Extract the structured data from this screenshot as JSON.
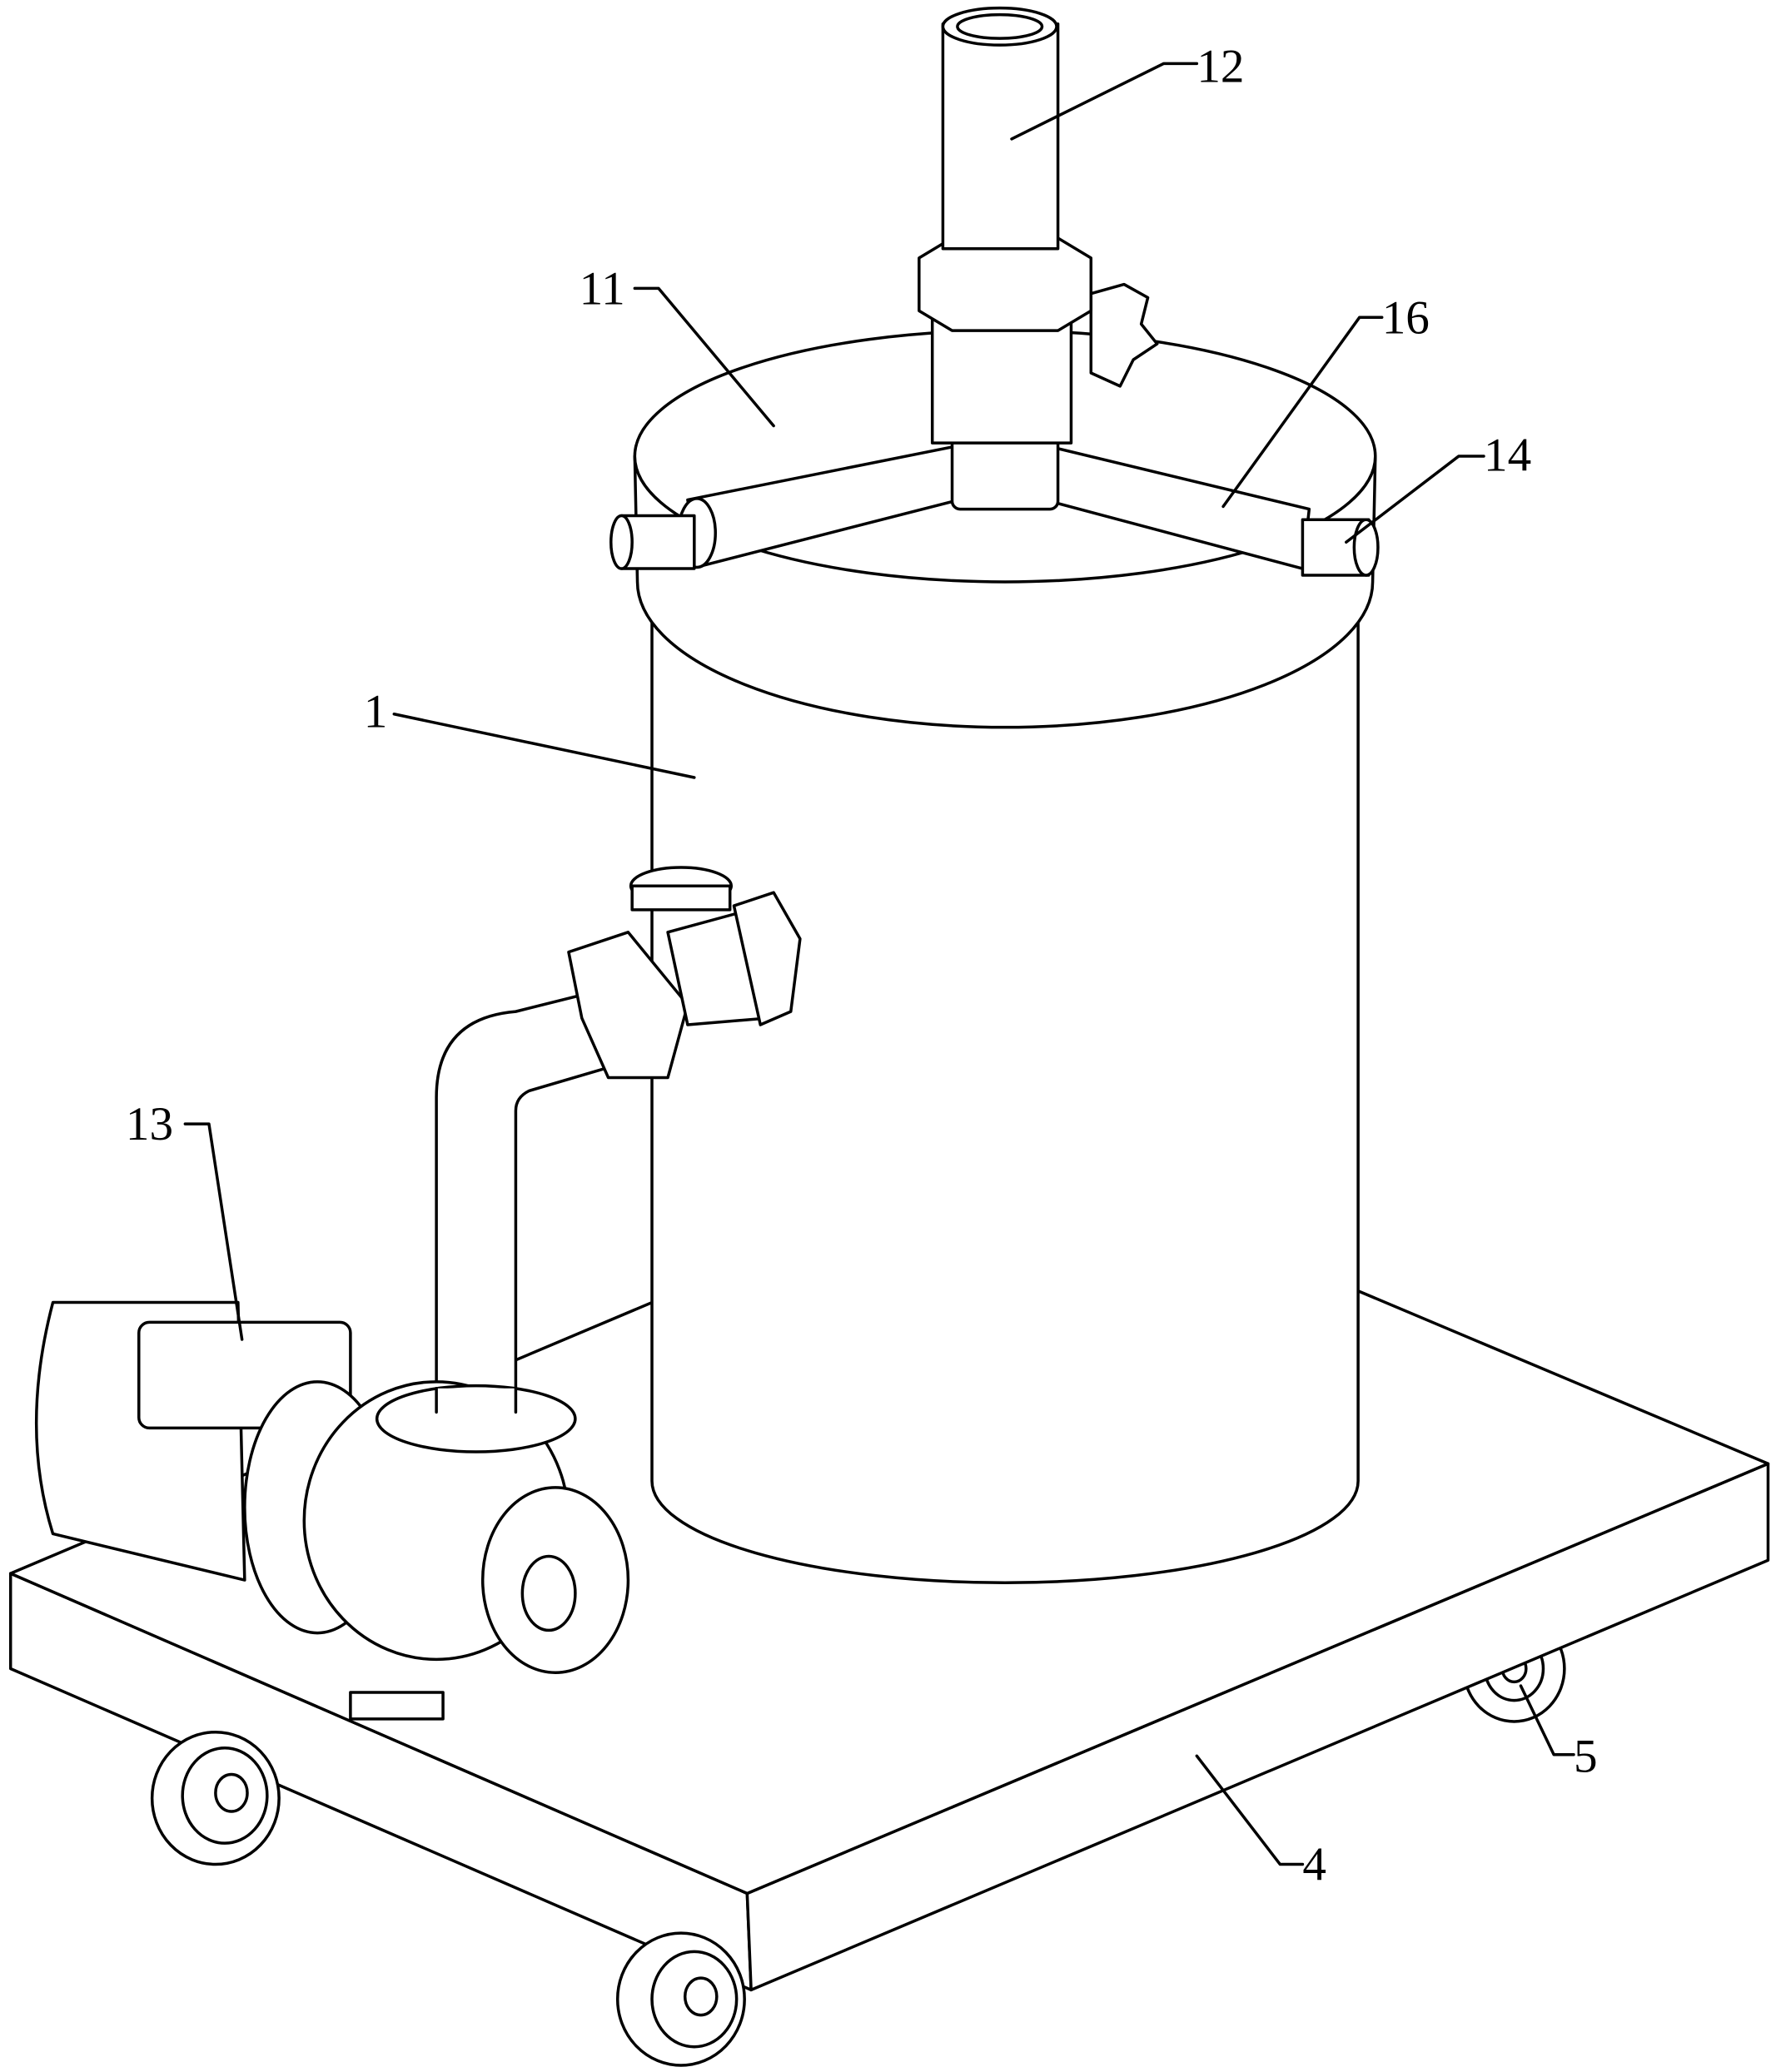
{
  "figure": {
    "line_color": "#000000",
    "background": "#ffffff",
    "labels": [
      {
        "id": "label-12",
        "text": "12",
        "part": "outlet-pipe"
      },
      {
        "id": "label-11",
        "text": "11",
        "part": "lid"
      },
      {
        "id": "label-16",
        "text": "16",
        "part": "support-arm"
      },
      {
        "id": "label-14",
        "text": "14",
        "part": "arm-end-pin"
      },
      {
        "id": "label-1",
        "text": "1",
        "part": "tank"
      },
      {
        "id": "label-13",
        "text": "13",
        "part": "pump-motor"
      },
      {
        "id": "label-5",
        "text": "5",
        "part": "caster-wheel"
      },
      {
        "id": "label-4",
        "text": "4",
        "part": "base-plate"
      }
    ]
  }
}
